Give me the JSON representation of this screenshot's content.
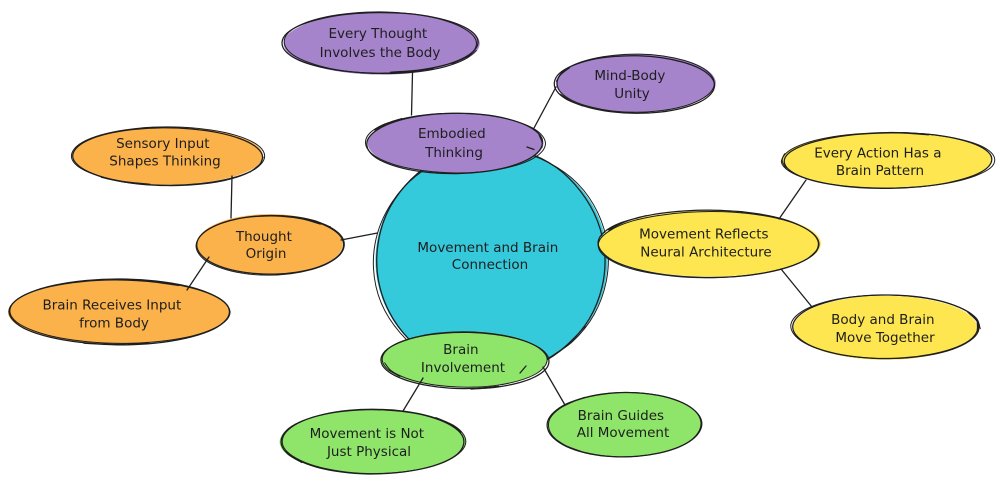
{
  "diagram": {
    "type": "mind-map",
    "central_topic": {
      "label": [
        "Movement and Brain",
        "Connection"
      ],
      "color": "#35c9dc"
    },
    "branches": [
      {
        "label": [
          "Embodied",
          "Thinking"
        ],
        "color": "#a584cc",
        "children": [
          {
            "label": [
              "Every Thought",
              "Involves the Body"
            ]
          },
          {
            "label": [
              "Mind-Body",
              "Unity"
            ]
          }
        ]
      },
      {
        "label": [
          "Movement Reflects",
          "Neural Architecture"
        ],
        "color": "#fde650",
        "children": [
          {
            "label": [
              "Every Action Has a",
              "Brain Pattern"
            ]
          },
          {
            "label": [
              "Body and Brain",
              "Move Together"
            ]
          }
        ]
      },
      {
        "label": [
          "Brain",
          "Involvement"
        ],
        "color": "#8ee56a",
        "children": [
          {
            "label": [
              "Movement is Not",
              "Just Physical"
            ]
          },
          {
            "label": [
              "Brain Guides",
              "All Movement"
            ]
          }
        ]
      },
      {
        "label": [
          "Thought",
          "Origin"
        ],
        "color": "#fbb24b",
        "children": [
          {
            "label": [
              "Sensory Input",
              "Shapes Thinking"
            ]
          },
          {
            "label": [
              "Brain Receives Input",
              "from Body"
            ]
          }
        ]
      }
    ]
  }
}
